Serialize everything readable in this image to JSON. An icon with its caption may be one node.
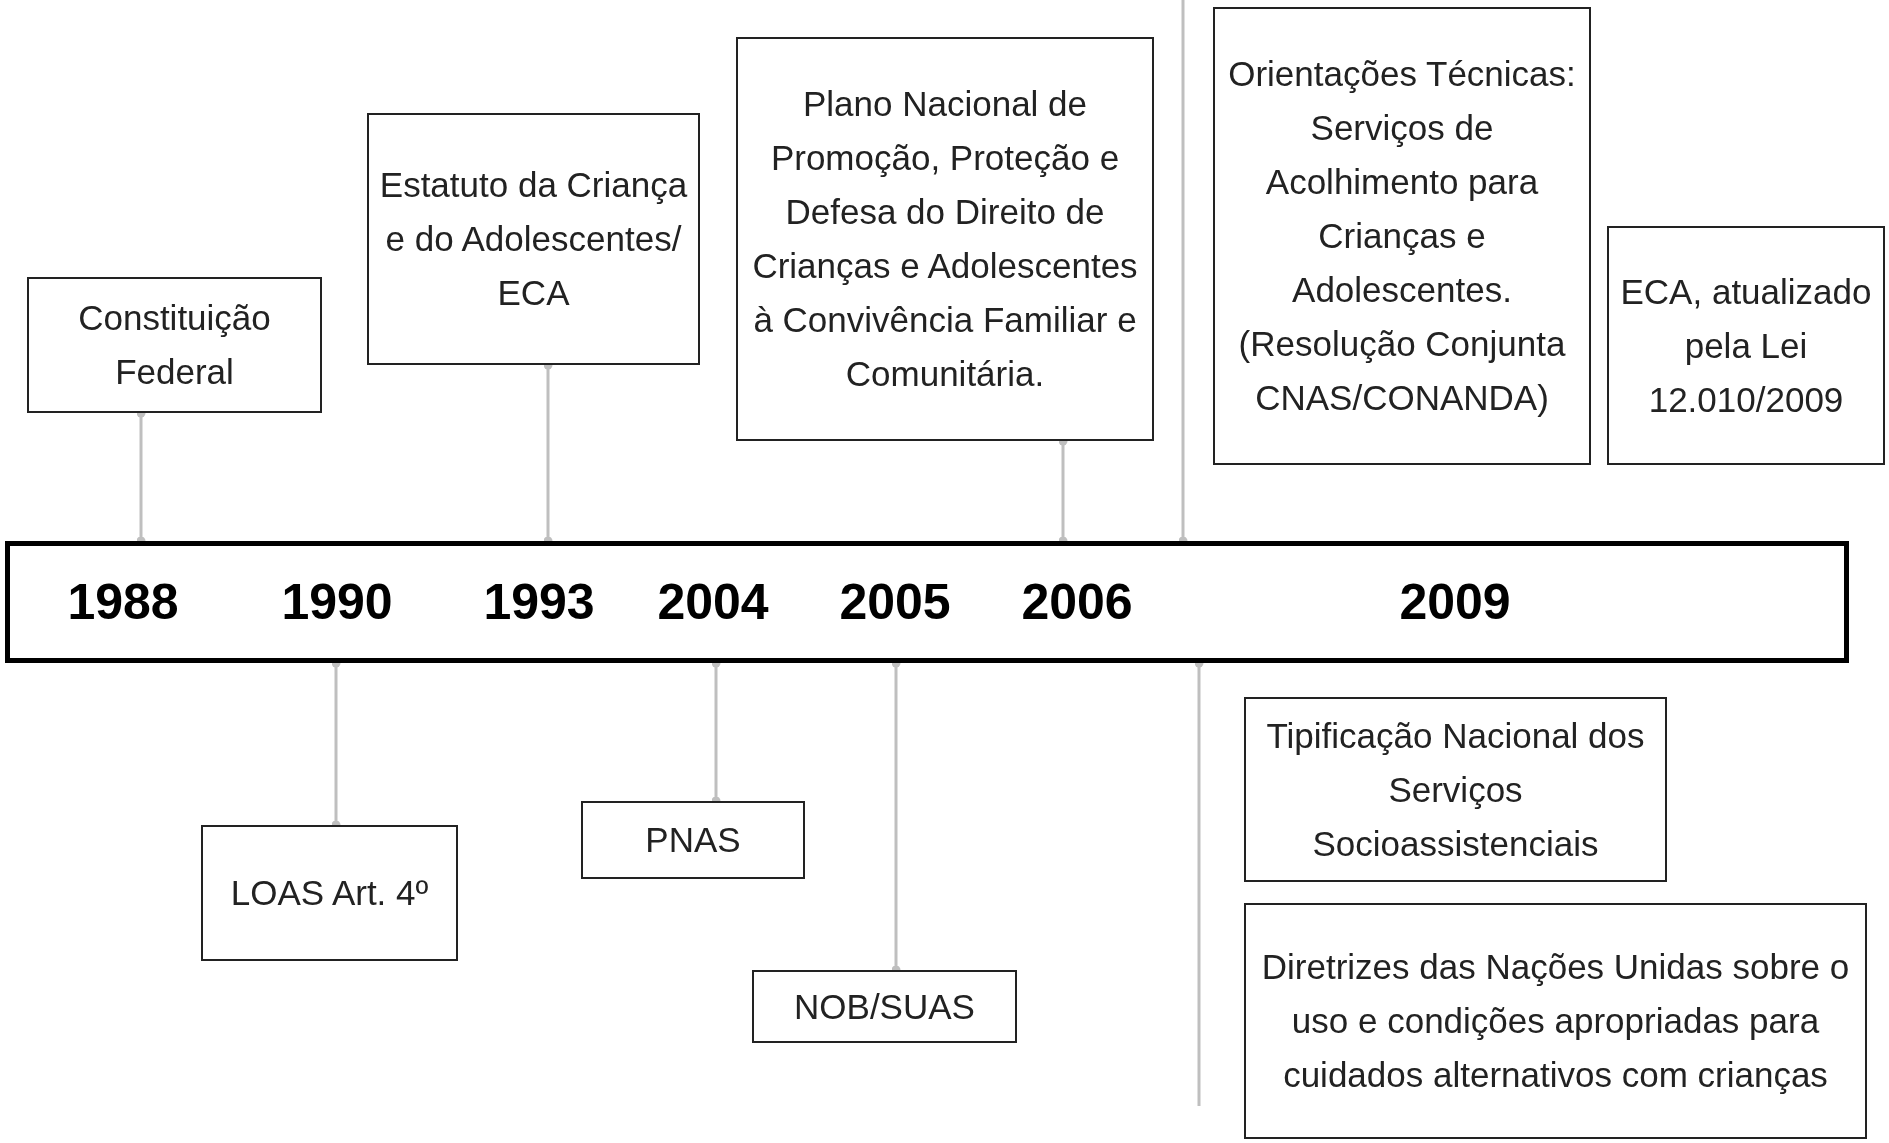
{
  "diagram": {
    "nodes": [
      {
        "text": [
          "Constituição Federal"
        ]
      },
      {
        "text": [
          "Estatuto da Criança e do Adolescentes/ ECA"
        ]
      },
      {
        "text": [
          "Plano Nacional de Promoção, Proteção e Defesa do Direito de Crianças e Adolescentes à Convivência Familiar e Comunitária."
        ]
      },
      {
        "text": [
          "Orientações Técnicas: Serviços de Acolhimento para Crianças e Adolescentes. (Resolução Conjunta CNAS/CONANDA)"
        ]
      },
      {
        "text": [
          "ECA, atualizado pela Lei 12.010/2009"
        ]
      },
      {
        "text": [
          "1988",
          "1990",
          "1993",
          "2004",
          "2005",
          "2006",
          "2009"
        ]
      },
      {
        "text": [
          "LOAS Art. 4º"
        ]
      },
      {
        "text": [
          "PNAS"
        ]
      },
      {
        "text": [
          "NOB/SUAS"
        ]
      },
      {
        "text": [
          "Tipificação Nacional dos Serviços Socioassistenciais"
        ]
      },
      {
        "text": [
          "Diretrizes das Nações Unidas sobre o uso e condições apropriadas para cuidados alternativos com crianças"
        ]
      }
    ],
    "edges": [
      {
        "from": 0,
        "to": 5,
        "arrow": "other"
      },
      {
        "from": 1,
        "to": 5,
        "arrow": "other"
      },
      {
        "from": 2,
        "to": 5,
        "arrow": "other"
      },
      {
        "from": null,
        "to": 5,
        "arrow": "other"
      },
      {
        "from": 5,
        "to": 6,
        "arrow": "other"
      },
      {
        "from": 5,
        "to": 7,
        "arrow": "other"
      },
      {
        "from": 5,
        "to": 8,
        "arrow": "other"
      },
      {
        "from": 5,
        "to": null,
        "arrow": "other"
      }
    ]
  }
}
